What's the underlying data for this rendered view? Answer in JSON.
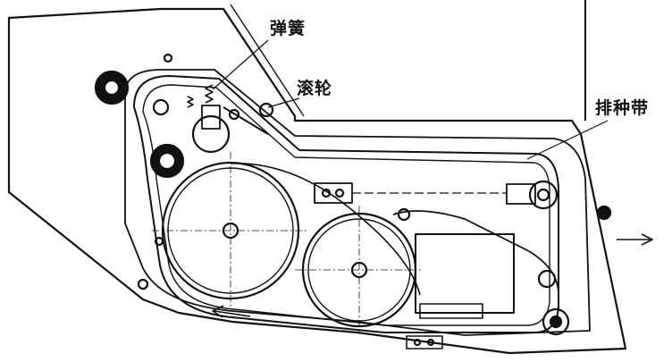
{
  "labels": {
    "spring": "弹簧",
    "roller": "滚轮",
    "seed_belt": "排种带"
  },
  "colors": {
    "ink": "#111111",
    "paper": "#ffffff"
  }
}
